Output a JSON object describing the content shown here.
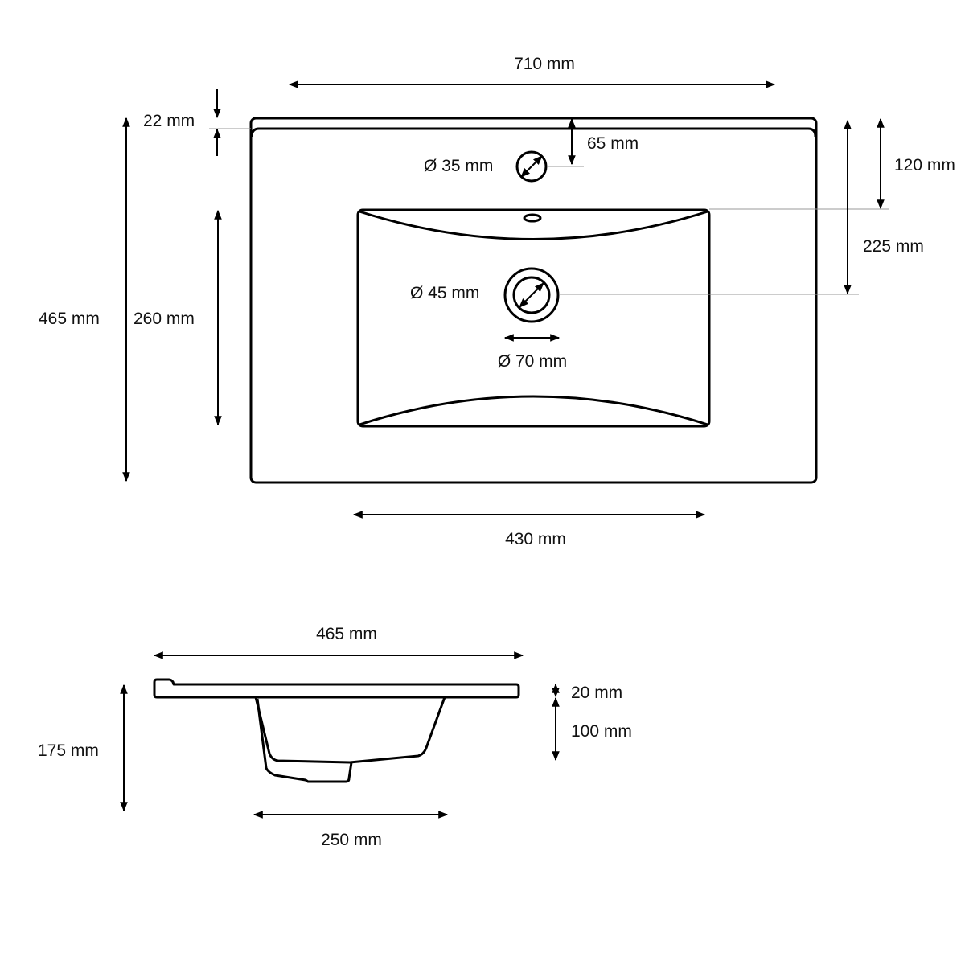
{
  "top_view": {
    "width_label": "710 mm",
    "rim_label": "22 mm",
    "depth_label": "465 mm",
    "basin_depth_label": "260 mm",
    "tap_offset_label": "65 mm",
    "tap_hole_label": "Ø 35 mm",
    "tap_to_basin_label": "120 mm",
    "back_to_drain_label": "225 mm",
    "drain_label": "Ø 45 mm",
    "drain_outer_label": "Ø 70 mm",
    "basin_width_label": "430 mm"
  },
  "side_view": {
    "depth_label": "465 mm",
    "slab_label": "20 mm",
    "bowl_label": "100 mm",
    "height_label": "175 mm",
    "bowl_width_label": "250 mm"
  }
}
